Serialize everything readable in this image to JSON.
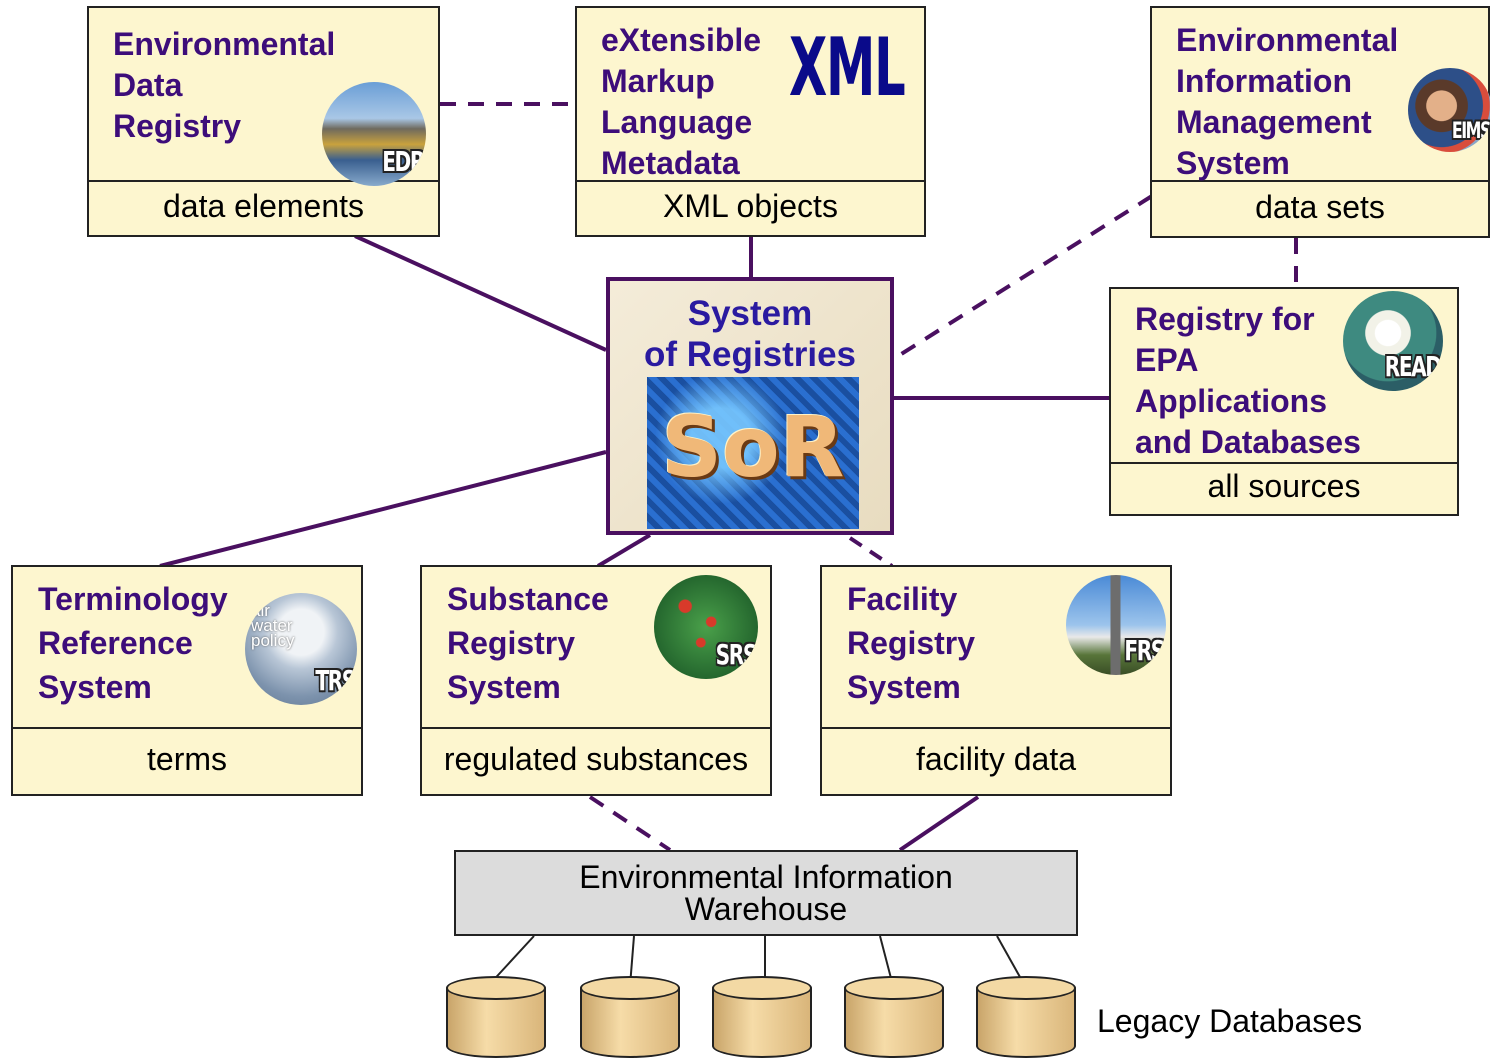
{
  "nodes": {
    "edr": {
      "title": "Environmental\nData\nRegistry",
      "content": "data elements",
      "logo_label": "EDR"
    },
    "xml": {
      "title": "eXtensible\nMarkup\nLanguage\nMetadata",
      "mark": "XML",
      "content": "XML objects"
    },
    "eims": {
      "title": "Environmental\nInformation\nManagement\nSystem",
      "content": "data sets",
      "logo_label": "EIMS"
    },
    "sor": {
      "title": "System\nof Registries",
      "logo_label": "SoR"
    },
    "read": {
      "title": "Registry for\nEPA\nApplications\nand Databases",
      "content": "all sources",
      "logo_label": "READ"
    },
    "trs": {
      "title": "Terminology\nReference\nSystem",
      "content": "terms",
      "logo_label": "TRS",
      "logo_words": "air\nwater\npolicy"
    },
    "srs": {
      "title": "Substance\nRegistry\nSystem",
      "content": "regulated substances",
      "logo_label": "SRS"
    },
    "frs": {
      "title": "Facility\nRegistry\nSystem",
      "content": "facility data",
      "logo_label": "FRS"
    },
    "warehouse": {
      "label": "Environmental Information\nWarehouse"
    },
    "legacy": {
      "label": "Legacy Databases",
      "count": 5
    }
  },
  "links": [
    {
      "from": "edr",
      "to": "xml",
      "style": "dashed"
    },
    {
      "from": "edr",
      "to": "sor",
      "style": "solid"
    },
    {
      "from": "xml",
      "to": "sor",
      "style": "solid"
    },
    {
      "from": "eims",
      "to": "sor",
      "style": "dashed"
    },
    {
      "from": "eims",
      "to": "read",
      "style": "dashed"
    },
    {
      "from": "read",
      "to": "sor",
      "style": "solid"
    },
    {
      "from": "trs",
      "to": "sor",
      "style": "solid"
    },
    {
      "from": "srs",
      "to": "sor",
      "style": "solid"
    },
    {
      "from": "frs",
      "to": "sor",
      "style": "dashed"
    },
    {
      "from": "srs",
      "to": "warehouse",
      "style": "dashed"
    },
    {
      "from": "frs",
      "to": "warehouse",
      "style": "solid"
    },
    {
      "from": "warehouse",
      "to": "legacy",
      "style": "solid"
    }
  ],
  "colors": {
    "title": "#3d0d7a",
    "sor_title": "#2a1aa0",
    "link": "#4a1060",
    "box_fill": "#fdf6cf",
    "warehouse_fill": "#dcdcdc",
    "cylinder": "#f3d9a4"
  }
}
